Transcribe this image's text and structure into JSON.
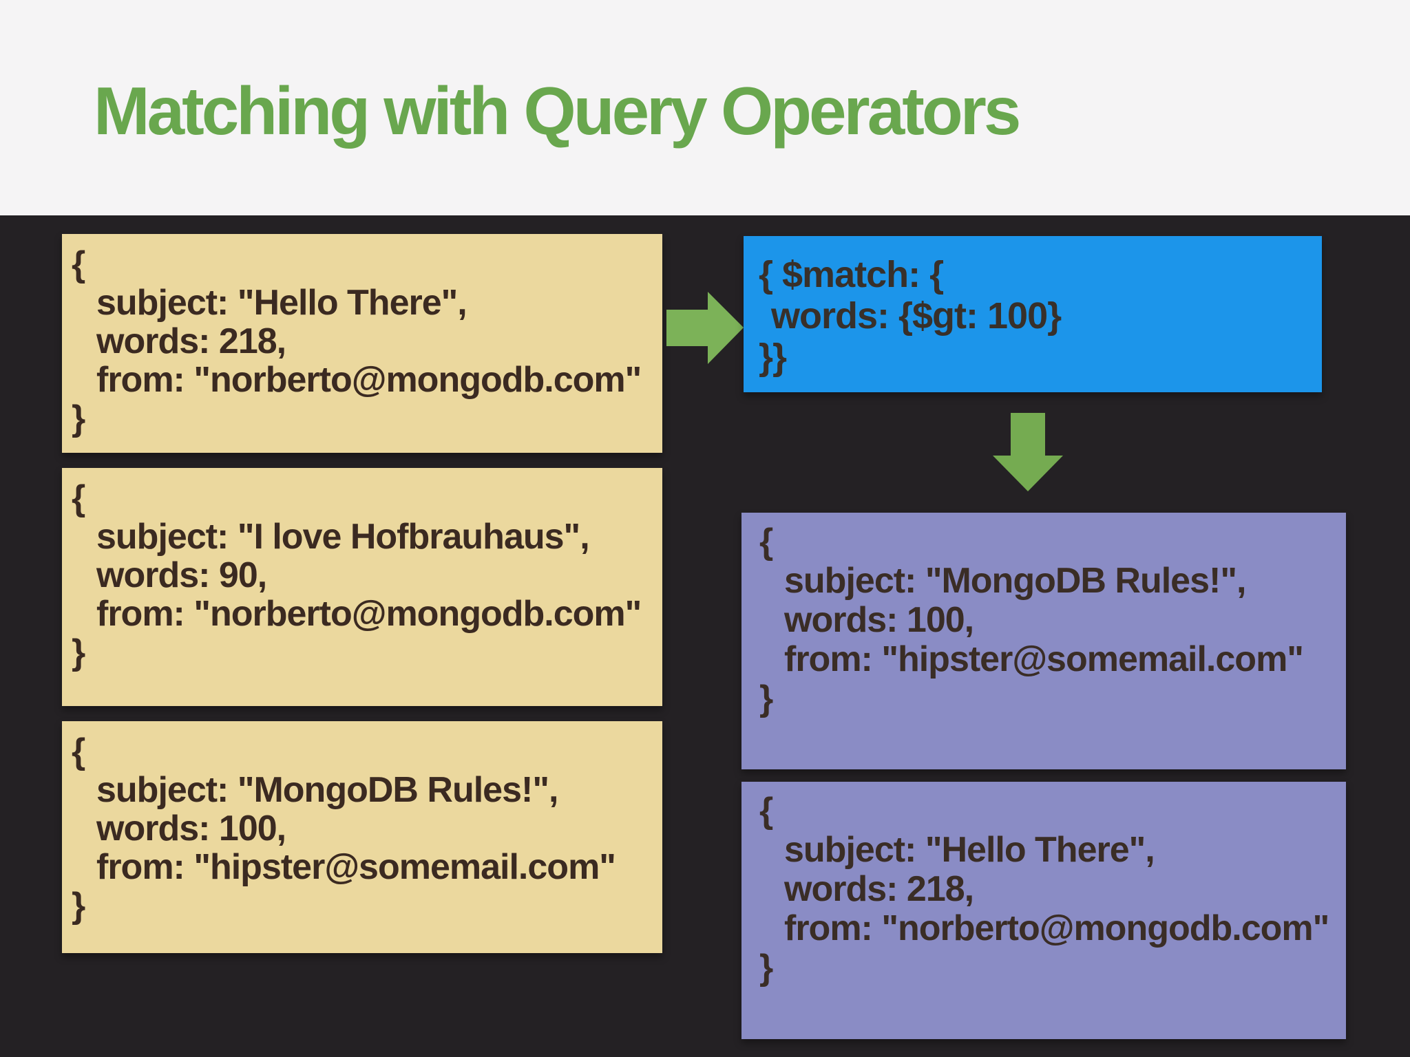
{
  "slide": {
    "title": "Matching with Query Operators"
  },
  "colors": {
    "header_bg": "#F5F4F5",
    "title_green": "#69A74E",
    "canvas_bg": "#242124",
    "input_doc_bg": "#EBD89E",
    "match_stage_bg": "#1C95EA",
    "result_doc_bg": "#8A8CC5",
    "arrow_green": "#7CB258",
    "code_text": "#3B2A21"
  },
  "input_documents": [
    {
      "open": "{",
      "fields": [
        "subject: \"Hello There\",",
        "words: 218,",
        "from: \"norberto@mongodb.com\""
      ],
      "close": "}"
    },
    {
      "open": "{",
      "fields": [
        "subject: \"I love Hofbrauhaus\",",
        "words: 90,",
        "from: \"norberto@mongodb.com\""
      ],
      "close": "}"
    },
    {
      "open": "{",
      "fields": [
        "subject: \"MongoDB Rules!\",",
        "words: 100,",
        "from: \"hipster@somemail.com\""
      ],
      "close": "}"
    }
  ],
  "match_stage": {
    "lines": [
      "{ $match: {",
      "words: {$gt: 100}",
      "}}"
    ]
  },
  "output_documents": [
    {
      "open": "{",
      "fields": [
        "subject: \"MongoDB Rules!\",",
        "words: 100,",
        "from: \"hipster@somemail.com\""
      ],
      "close": "}"
    },
    {
      "open": "{",
      "fields": [
        "subject: \"Hello There\",",
        "words: 218,",
        "from: \"norberto@mongodb.com\""
      ],
      "close": "}"
    }
  ]
}
